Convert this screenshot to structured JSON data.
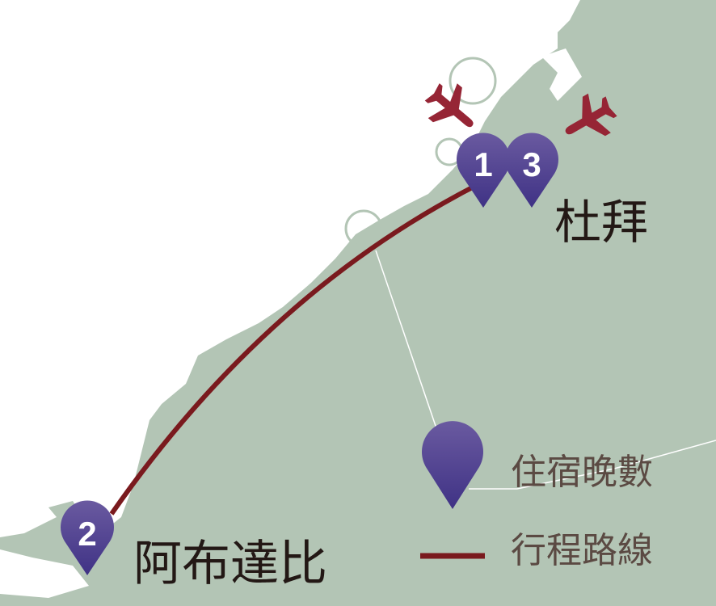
{
  "cities": {
    "dubai": "杜拜",
    "abu_dhabi": "阿布達比"
  },
  "pins": [
    {
      "number": "1",
      "city": "dubai"
    },
    {
      "number": "3",
      "city": "dubai"
    },
    {
      "number": "2",
      "city": "abu_dhabi"
    }
  ],
  "legend": {
    "nights_label": "住宿晚數",
    "route_label": "行程路線"
  },
  "icons": [
    "airplane-icon",
    "airplane-icon",
    "map-pin-icon"
  ],
  "colors": {
    "land": "#b3c5b5",
    "sea": "#ffffff",
    "route": "#7a1a1e",
    "pin": "#4e3f8f",
    "airplane": "#962535",
    "city_text": "#231815",
    "legend_text": "#5b4a43"
  }
}
